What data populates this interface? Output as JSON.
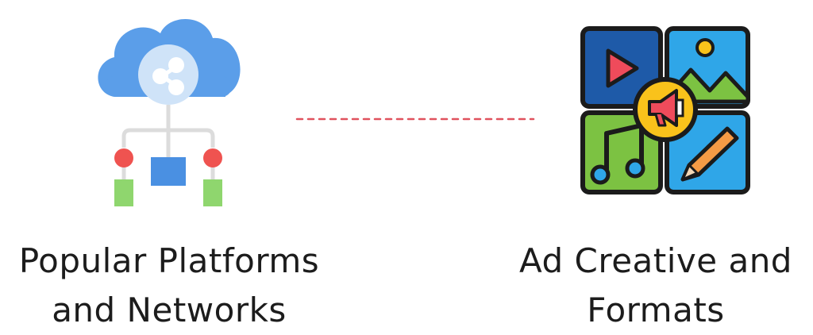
{
  "items": [
    {
      "icon": "cloud-network-share-icon",
      "label_lines": [
        "Popular Platforms",
        "and Networks"
      ]
    },
    {
      "icon": "ad-creative-formats-icon",
      "label_lines": [
        "Ad Creative and",
        "Formats"
      ]
    }
  ],
  "connector": {
    "style": "dashed",
    "color": "#e0525e"
  },
  "colors": {
    "cloud": "#5b9ee9",
    "share_circle": "#cfe3f8",
    "node_red": "#ef5350",
    "node_green": "#8fd66e",
    "node_blue": "#4a90e2",
    "outline": "#1b1b1b",
    "tile_navy": "#1e5aa8",
    "tile_sky": "#2fa6e8",
    "tile_green": "#7cc242",
    "badge_yellow": "#f9c21b"
  }
}
